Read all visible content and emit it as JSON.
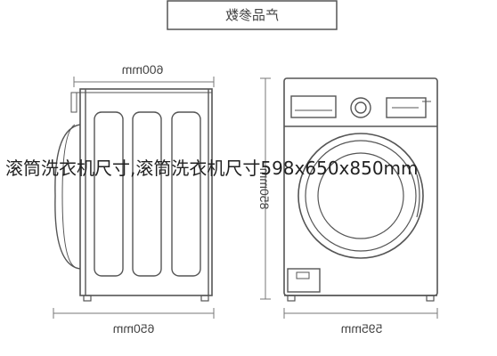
{
  "header_box": {
    "label": "产品参数"
  },
  "side_view": {
    "width_label": "600mm",
    "depth_label": "650mm"
  },
  "front_view": {
    "height_label": "850mm",
    "width_label": "595mm"
  },
  "caption": "滚筒洗衣机尺寸,滚筒洗衣机尺寸598x650x850mm",
  "colors": {
    "line": "#555555",
    "dim_line": "#777777",
    "text": "#222222"
  }
}
